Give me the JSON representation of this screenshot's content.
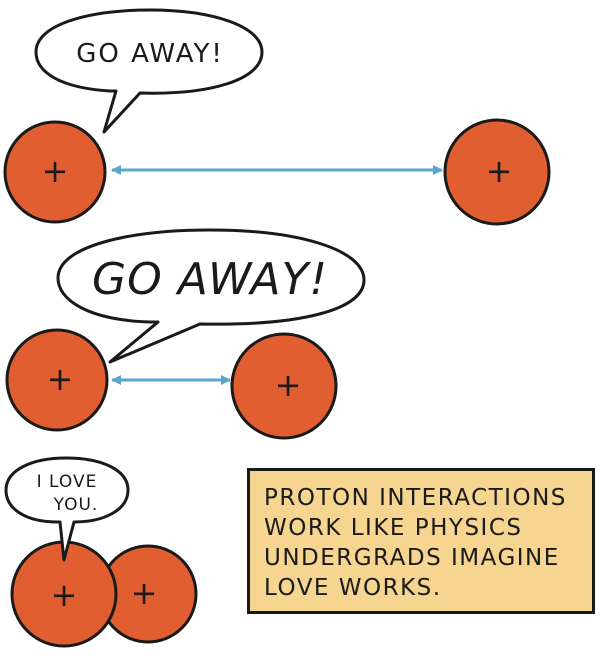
{
  "panel_1": {
    "speech": "GO AWAY!",
    "left_charge": "+",
    "right_charge": "+"
  },
  "panel_2": {
    "speech": "GO AWAY!",
    "left_charge": "+",
    "right_charge": "+"
  },
  "panel_3": {
    "speech_line_1": "I LOVE",
    "speech_line_2": "YOU.",
    "left_charge": "+",
    "right_charge": "+"
  },
  "caption": {
    "lines": [
      "PROTON INTERACTIONS",
      "WORK LIKE PHYSICS",
      "UNDERGRADS IMAGINE",
      "LOVE WORKS."
    ]
  },
  "colors": {
    "proton": "#e05e2f",
    "outline": "#1a1a1a",
    "arrow": "#5aa6cc",
    "caption_bg": "#f5d590"
  }
}
